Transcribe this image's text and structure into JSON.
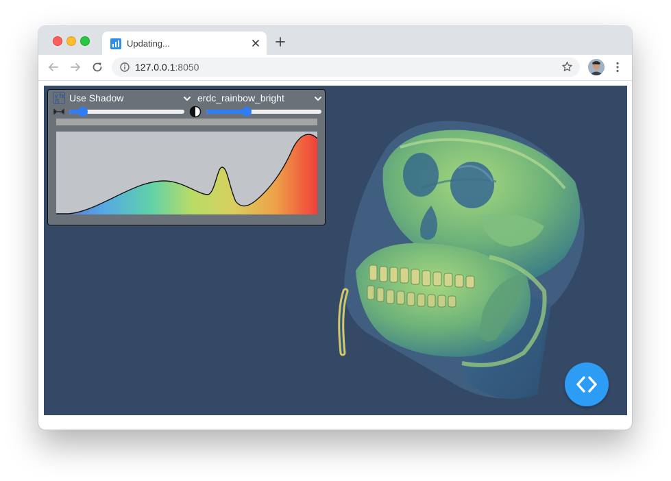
{
  "browser": {
    "tab": {
      "title": "Updating..."
    },
    "address": {
      "host": "127.0.0.1",
      "port": ":8050"
    }
  },
  "panel": {
    "preset": "Use Shadow",
    "colormap": "erdc_rainbow_bright",
    "window_slider": 0.12,
    "contrast_slider": 0.35
  },
  "colors": {
    "viewport_background": "#344966",
    "slider_accent": "#2f7cf6",
    "fab_color": "#2d9cf5"
  },
  "icons": {
    "window": "width-range-icon",
    "contrast": "contrast-icon",
    "fab": "code-brackets-icon"
  }
}
